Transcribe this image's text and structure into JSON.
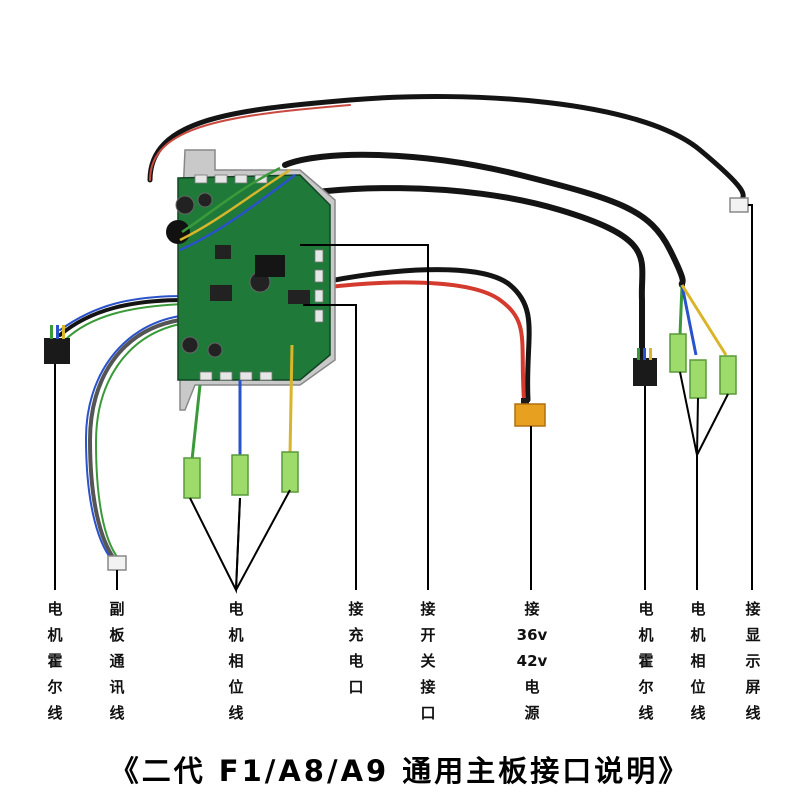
{
  "labels": {
    "motor_hall_left": [
      "电",
      "机",
      "霍",
      "尔",
      "线"
    ],
    "sub_board_comm": [
      "副",
      "板",
      "通",
      "讯",
      "线"
    ],
    "motor_phase_left": [
      "电",
      "机",
      "相",
      "位",
      "线"
    ],
    "charge_port": [
      "接",
      "充",
      "电",
      "口"
    ],
    "switch_port": [
      "接",
      "开",
      "关",
      "接",
      "口"
    ],
    "power_36v_42v": [
      "接",
      "36v",
      "42v",
      "电",
      "源"
    ],
    "motor_hall_right": [
      "电",
      "机",
      "霍",
      "尔",
      "线"
    ],
    "motor_phase_right": [
      "电",
      "机",
      "相",
      "位",
      "线"
    ],
    "display_cable": [
      "接",
      "显",
      "示",
      "屏",
      "线"
    ]
  },
  "title": "《二代 F1/A8/A9 通用主板接口说明》",
  "colors": {
    "pcb": "#1f7a3a",
    "cable_black": "#141414",
    "wire_red": "#d43a2e",
    "wire_green": "#3a9a3a",
    "wire_blue": "#2a52c9",
    "wire_yellow": "#d9b52c",
    "connector_green": "#9ddc6a",
    "xt60_yellow": "#e8a020",
    "pointer_line": "#000000"
  }
}
